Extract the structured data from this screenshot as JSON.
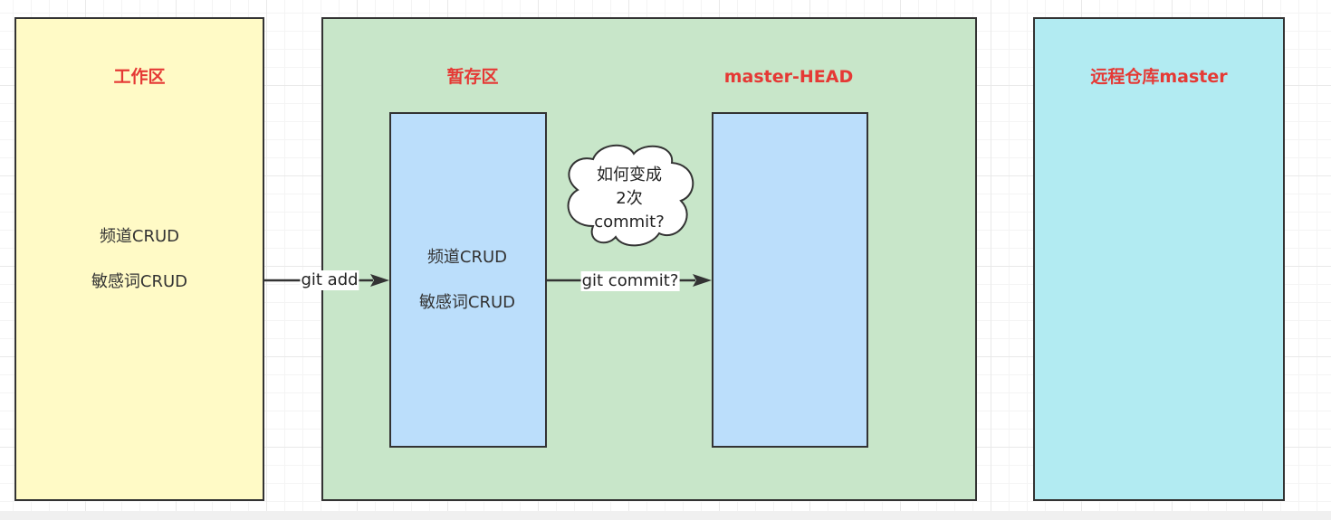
{
  "diagram": {
    "colors": {
      "workspace_fill": "#FFFAC6",
      "staging_fill": "#C8E6C9",
      "inner_fill": "#BBDEFB",
      "remote_fill": "#B2EBF2",
      "title_color": "#E53935",
      "stroke": "#333333"
    },
    "workspace": {
      "title": "工作区",
      "lines": [
        "频道CRUD",
        "敏感词CRUD"
      ]
    },
    "staging": {
      "title": "暂存区",
      "lines": [
        "频道CRUD",
        "敏感词CRUD"
      ]
    },
    "head": {
      "title": "master-HEAD"
    },
    "remote": {
      "title": "远程仓库master"
    },
    "arrows": {
      "add_label": "git add",
      "commit_label": "git commit?"
    },
    "cloud": {
      "lines": [
        "如何变成",
        "2次",
        "commit?"
      ]
    }
  }
}
